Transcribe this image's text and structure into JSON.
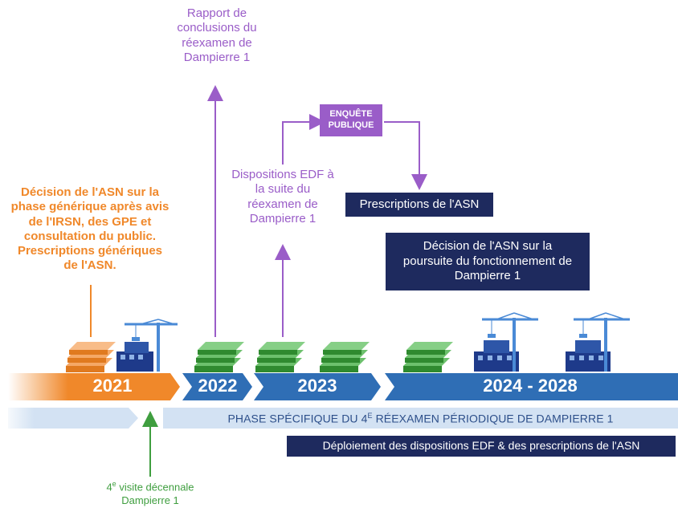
{
  "labels": {
    "rapport": "Rapport de conclusions du réexamen de Dampierre 1",
    "enquete": "ENQUÊTE PUBLIQUE",
    "dispositions": "Dispositions EDF à la suite du réexamen de Dampierre 1",
    "decision_generique": "Décision de l'ASN sur la phase générique après avis de l'IRSN, des GPE et consultation du public. Prescriptions génériques de l'ASN.",
    "prescriptions": "Prescriptions de l'ASN",
    "decision_poursuite": "Décision de l'ASN sur la poursuite du fonctionnement de Dampierre 1",
    "visite_num": "4",
    "visite_sup": "e",
    "visite_rest": "visite décennale Dampierre 1",
    "phase_before": "PHASE SPÉCIFIQUE DU 4",
    "phase_sup": "E",
    "phase_after": " RÉEXAMEN PÉRIODIQUE DE DAMPIERRE 1",
    "deploiement": "Déploiement des dispositions EDF & des prescriptions de l'ASN"
  },
  "years": [
    "2021",
    "2022",
    "2023",
    "2024 - 2028"
  ],
  "colors": {
    "orange": "#f0882a",
    "purple": "#9a5dc8",
    "green": "#3f9e3f",
    "navy": "#1e2a5e",
    "timeline_blue": "#2f6eb5",
    "phase_light": "#d3e2f3"
  },
  "icons": [
    "document-stack-icon",
    "construction-crane-icon"
  ]
}
